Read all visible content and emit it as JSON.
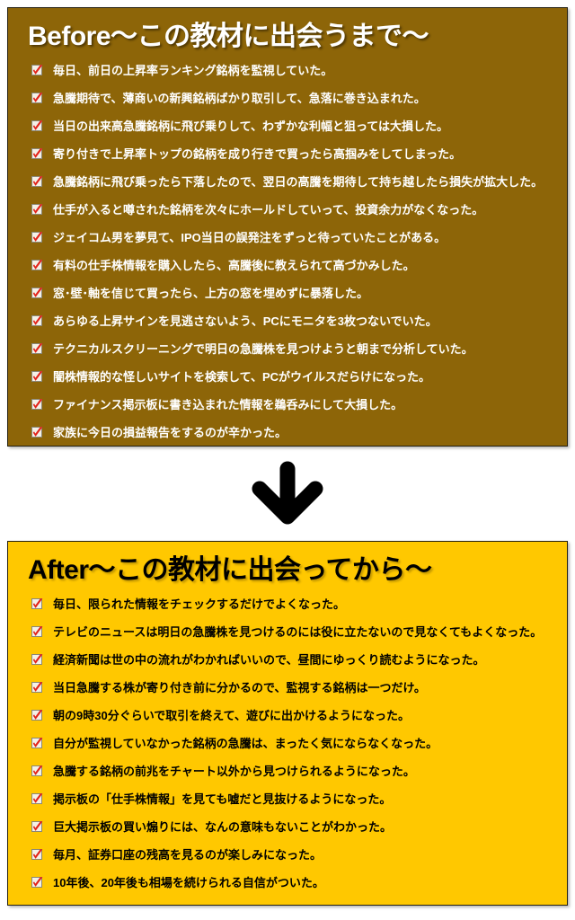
{
  "colors": {
    "before_background": "#8d6508",
    "after_background": "#ffc800",
    "before_text": "#ffffff",
    "after_text": "#000000",
    "panel_border": "#231f10",
    "check_red": "#e2231a",
    "check_box": "#f4f1e8",
    "arrow": "#000000"
  },
  "icons": {
    "check": "check-mark-icon",
    "arrow": "arrow-down-icon"
  },
  "before": {
    "title": "Before〜この教材に出会うまで〜",
    "items": [
      "毎日、前日の上昇率ランキング銘柄を監視していた。",
      "急騰期待で、薄商いの新興銘柄ばかり取引して、急落に巻き込まれた。",
      "当日の出来高急騰銘柄に飛び乗りして、わずかな利幅と狙っては大損した。",
      "寄り付きで上昇率トップの銘柄を成り行きで買ったら高掴みをしてしまった。",
      "急騰銘柄に飛び乗ったら下落したので、翌日の高騰を期待して持ち越したら損失が拡大した。",
      "仕手が入ると噂された銘柄を次々にホールドしていって、投資余力がなくなった。",
      "ジェイコム男を夢見て、IPO当日の誤発注をずっと待っていたことがある。",
      "有料の仕手株情報を購入したら、高騰後に教えられて高づかみした。",
      "窓･壁･軸を信じて買ったら、上方の窓を埋めずに暴落した。",
      "あらゆる上昇サインを見逃さないよう、PCにモニタを3枚つないでいた。",
      "テクニカルスクリーニングで明日の急騰株を見つけようと朝まで分析していた。",
      "闇株情報的な怪しいサイトを検索して、PCがウイルスだらけになった。",
      "ファイナンス掲示板に書き込まれた情報を鵜呑みにして大損した。",
      "家族に今日の損益報告をするのが辛かった。"
    ]
  },
  "after": {
    "title": "After〜この教材に出会ってから〜",
    "items": [
      "毎日、限られた情報をチェックするだけでよくなった。",
      "テレビのニュースは明日の急騰株を見つけるのには役に立たないので見なくてもよくなった。",
      "経済新聞は世の中の流れがわかればいいので、昼間にゆっくり読むようになった。",
      "当日急騰する株が寄り付き前に分かるので、監視する銘柄は一つだけ。",
      "朝の9時30分ぐらいで取引を終えて、遊びに出かけるようになった。",
      "自分が監視していなかった銘柄の急騰は、まったく気にならなくなった。",
      "急騰する銘柄の前兆をチャート以外から見つけられるようになった。",
      "掲示板の「仕手株情報」を見ても嘘だと見抜けるようになった。",
      "巨大掲示板の買い煽りには、なんの意味もないことがわかった。",
      "毎月、証券口座の残高を見るのが楽しみになった。",
      "10年後、20年後も相場を続けられる自信がついた。"
    ]
  }
}
